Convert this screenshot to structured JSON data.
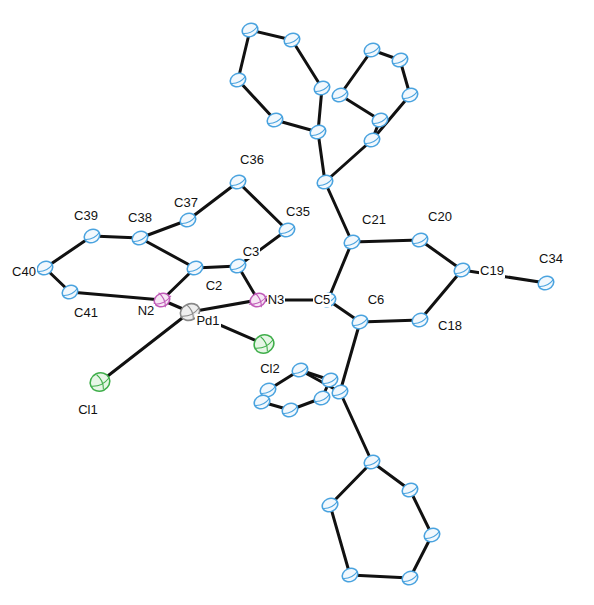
{
  "diagram": {
    "labels": [
      "C36",
      "C37",
      "C35",
      "C38",
      "C3",
      "C39",
      "C21",
      "C20",
      "C2",
      "C40",
      "C19",
      "C34",
      "N3",
      "C5",
      "N2",
      "C6",
      "C41",
      "Pd1",
      "Cl2",
      "C18",
      "Cl1"
    ]
  }
}
